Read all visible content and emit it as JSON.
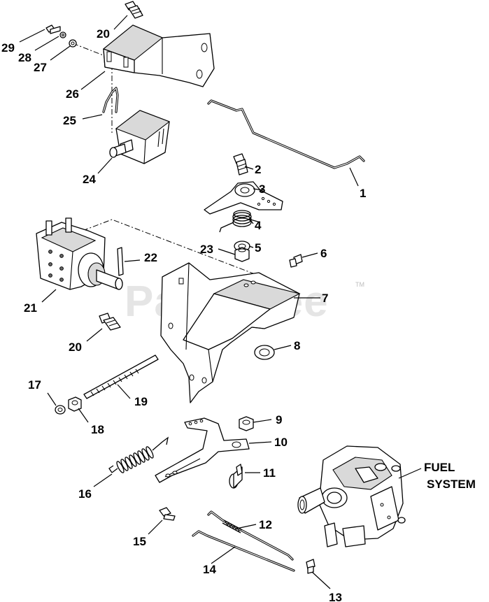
{
  "watermark": {
    "text": "PartsTree",
    "trademark": "TM"
  },
  "callouts": {
    "c1": "1",
    "c2": "2",
    "c3": "3",
    "c4": "4",
    "c5": "5",
    "c6": "6",
    "c7": "7",
    "c8": "8",
    "c9": "9",
    "c10": "10",
    "c11": "11",
    "c12": "12",
    "c13": "13",
    "c14": "14",
    "c15": "15",
    "c16": "16",
    "c17": "17",
    "c18": "18",
    "c19": "19",
    "c20a": "20",
    "c20b": "20",
    "c21": "21",
    "c22": "22",
    "c23": "23",
    "c24": "24",
    "c25": "25",
    "c26": "26",
    "c27": "27",
    "c28": "28",
    "c29": "29"
  },
  "reference_label": {
    "line1": "FUEL",
    "line2": "SYSTEM"
  }
}
